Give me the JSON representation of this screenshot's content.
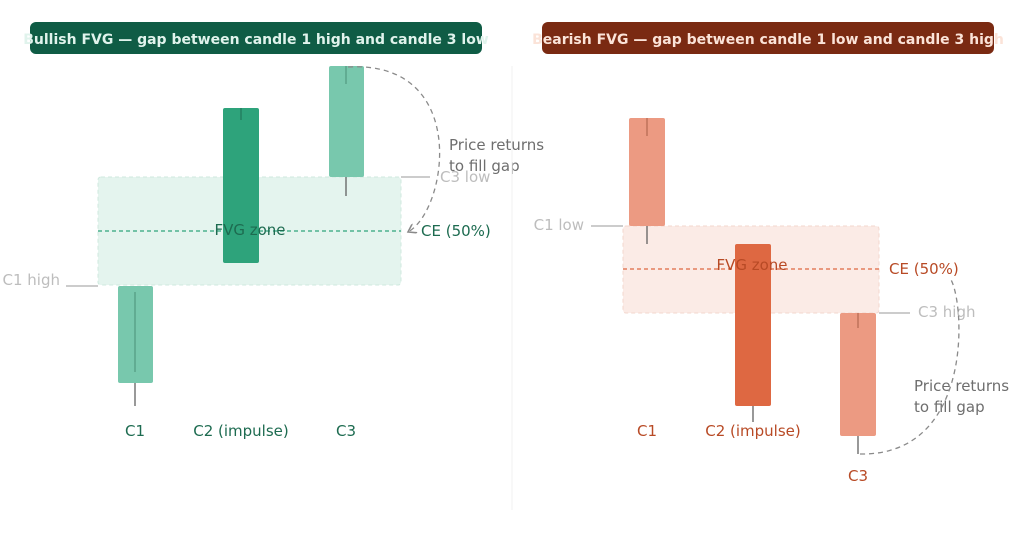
{
  "bullish": {
    "title": "Bullish FVG — gap between candle 1 high and candle 3 low",
    "zone_label": "FVG zone",
    "ce_label": "CE (50%)",
    "c1_level": "C1 high",
    "c3_level": "C3 low",
    "note_line1": "Price returns",
    "note_line2": "to fill gap",
    "candle_labels": [
      "C1",
      "C2 (impulse)",
      "C3"
    ]
  },
  "bearish": {
    "title": "Bearish FVG — gap between candle 1 low and candle 3 high",
    "zone_label": "FVG zone",
    "ce_label": "CE (50%)",
    "c1_level": "C1 low",
    "c3_level": "C3 high",
    "note_line1": "Price returns",
    "note_line2": "to fill gap",
    "candle_labels": [
      "C1",
      "C2 (impulse)",
      "C3"
    ]
  },
  "colors": {
    "bull_title_bg": "#0f5c45",
    "bull_title_text": "#e0f3ec",
    "bull_light": "#78c8ad",
    "bull_dark": "#2ea37b",
    "bull_zone": "#e4f4ee",
    "bull_text": "#1d6b50",
    "bear_title_bg": "#7a2a12",
    "bear_title_text": "#fbe3d8",
    "bear_light": "#ec9a82",
    "bear_dark": "#de6842",
    "bear_zone": "#fbebe6",
    "bear_text": "#b84a25",
    "level_text": "#bdbdbd",
    "note_text": "#6e6e6e"
  }
}
